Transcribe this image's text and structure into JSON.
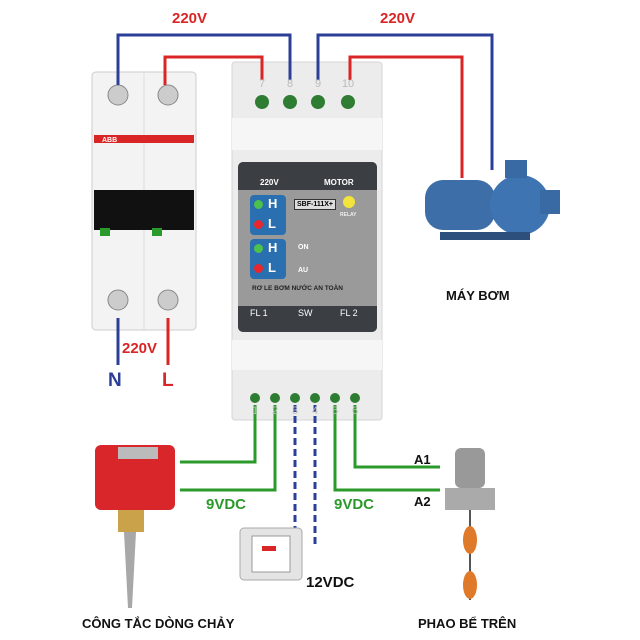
{
  "labels": {
    "top_left_voltage": "220V",
    "top_right_voltage": "220V",
    "breaker_voltage": "220V",
    "neutral": "N",
    "line": "L",
    "pump": "MÁY BƠM",
    "flow_switch": "CÔNG TẮC DÒNG CHẢY",
    "float": "PHAO BỂ TRÊN",
    "vdc_left": "9VDC",
    "vdc_right": "9VDC",
    "vdc_switch": "12VDC",
    "a1": "A1",
    "a2": "A2"
  },
  "top_terminals": [
    "7",
    "8",
    "9",
    "10"
  ],
  "bottom_terminals": [
    "1",
    "2",
    "3",
    "4",
    "5",
    "6"
  ],
  "relay": {
    "top_left": "220V",
    "top_right": "MOTOR",
    "model": "SBF-111X+",
    "relay_led": "RELAY",
    "h1": "H",
    "l1": "L",
    "h2": "H",
    "l2": "L",
    "on": "ON",
    "au": "AU",
    "name": "RƠ LE BƠM NƯỚC AN TOÀN",
    "fl1": "FL 1",
    "sw": "SW",
    "fl2": "FL 2"
  },
  "breaker": {
    "brand": "ABB"
  },
  "colors": {
    "red": "#d92525",
    "blue": "#2b3f99",
    "green": "#2a9a2a"
  }
}
